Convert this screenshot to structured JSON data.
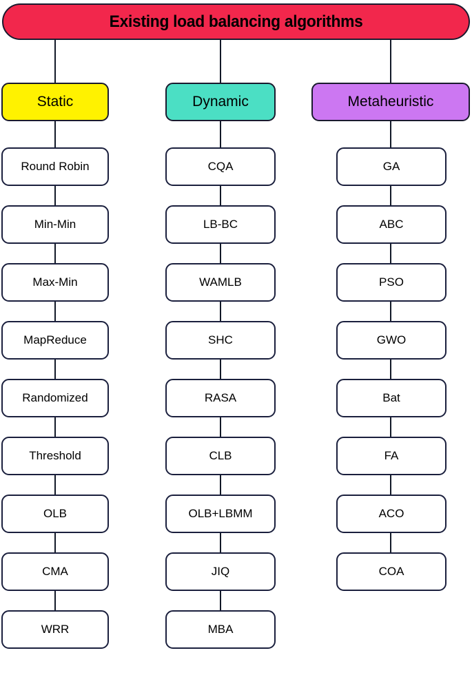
{
  "diagram": {
    "title": "Existing load balancing algorithms",
    "root": {
      "label": "Existing load balancing algorithms",
      "color": "#F2274C"
    },
    "categories": [
      {
        "id": "static",
        "label": "Static",
        "color": "#FFF200",
        "items": [
          {
            "label": "Round Robin"
          },
          {
            "label": "Min-Min"
          },
          {
            "label": "Max-Min"
          },
          {
            "label": "MapReduce"
          },
          {
            "label": "Randomized"
          },
          {
            "label": "Threshold"
          },
          {
            "label": "OLB"
          },
          {
            "label": "CMA"
          },
          {
            "label": "WRR"
          }
        ]
      },
      {
        "id": "dynamic",
        "label": "Dynamic",
        "color": "#4BDFC4",
        "items": [
          {
            "label": "CQA"
          },
          {
            "label": "LB-BC"
          },
          {
            "label": "WAMLB"
          },
          {
            "label": "SHC"
          },
          {
            "label": "RASA"
          },
          {
            "label": "CLB"
          },
          {
            "label": "OLB+LBMM"
          },
          {
            "label": "JIQ"
          },
          {
            "label": "MBA"
          }
        ]
      },
      {
        "id": "metaheuristic",
        "label": "Metaheuristic",
        "color": "#CC77F2",
        "items": [
          {
            "label": "GA"
          },
          {
            "label": "ABC"
          },
          {
            "label": "PSO"
          },
          {
            "label": "GWO"
          },
          {
            "label": "Bat"
          },
          {
            "label": "FA"
          },
          {
            "label": "ACO"
          },
          {
            "label": "COA"
          }
        ]
      }
    ],
    "node_border_color": "#1a1f3d",
    "node_fill_color": "#FFFFFF",
    "connector_color": "#111827"
  }
}
